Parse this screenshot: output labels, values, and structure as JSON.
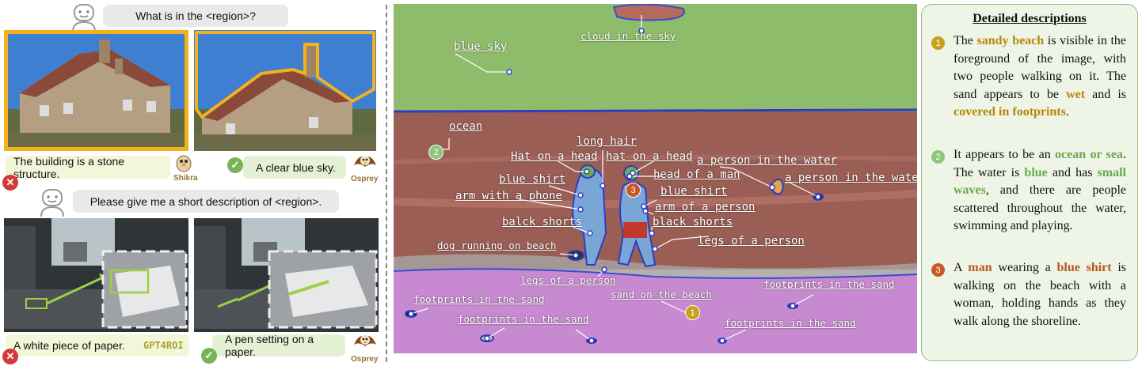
{
  "left": {
    "q1": "What is in the <region>?",
    "q2": "Please give me a short description of <region>.",
    "a1_shikra": "The building is a stone structure.",
    "a1_osprey": "A clear blue sky.",
    "a2_gpt4roi": "A white piece of paper.",
    "a2_osprey": "A pen setting on a paper.",
    "shikra_name": "Shikra",
    "osprey_name_1": "Osprey",
    "osprey_name_2": "Osprey",
    "gpt4roi_name": "GPT4ROI",
    "wrong_mark": "✕",
    "right_mark": "✓"
  },
  "scene": {
    "labels": {
      "cloud": "cloud in the sky",
      "sky": "blue sky",
      "ocean": "ocean",
      "long_hair": "long hair",
      "hat1": "Hat on a head",
      "hat2": "hat on a head",
      "person_water1": "a person in the water",
      "person_water2": "a person in the water",
      "head_man": "head of a man",
      "blue_shirt1": "blue shirt",
      "blue_shirt2": "blue shirt",
      "arm_phone": "arm with a phone",
      "arm_person": "arm of a person",
      "black_shorts1": "balck shorts",
      "black_shorts2": "black shorts",
      "legs1": "legs of a person",
      "legs2": "legs of a person",
      "dog": "dog running on beach",
      "sand_beach": "sand on the beach",
      "fp1": "footprints in the sand",
      "fp2": "footprints in the sand",
      "fp3": "footprints in the sand",
      "fp4": "footprints in the sand"
    },
    "badges": {
      "b1": "1",
      "b2": "2",
      "b3": "3"
    }
  },
  "descriptions": {
    "title": "Detailed descriptions",
    "n1": "1",
    "n2": "2",
    "n3": "3",
    "d1": {
      "p1": "The ",
      "h1": "sandy beach",
      "p2": " is visible in the foreground of the image, with two people walking on it. The sand appears to be ",
      "h2": "wet",
      "p3": " and is ",
      "h3": "covered in footprints",
      "p4": "."
    },
    "d2": {
      "p1": "It appears to be an ",
      "h1": "ocean or sea",
      "p2": ". The water is ",
      "h2": "blue",
      "p3": " and has ",
      "h3": "small waves",
      "p4": ", and there are people scattered throughout the water, swimming and playing."
    },
    "d3": {
      "p1": "A ",
      "h1": "man",
      "p2": " wearing a ",
      "h2": "blue shirt",
      "p3": " is walking on the beach with a woman, holding hands as they walk along the shoreline."
    }
  },
  "colors": {
    "region_box": "#f3b21b",
    "sky_region": "#8fbc6a",
    "ocean_region": "#9a5e55",
    "beach_region": "#c78ad0",
    "badge1": "#c9a020",
    "badge2": "#8cc77a",
    "badge3": "#c9572a"
  }
}
